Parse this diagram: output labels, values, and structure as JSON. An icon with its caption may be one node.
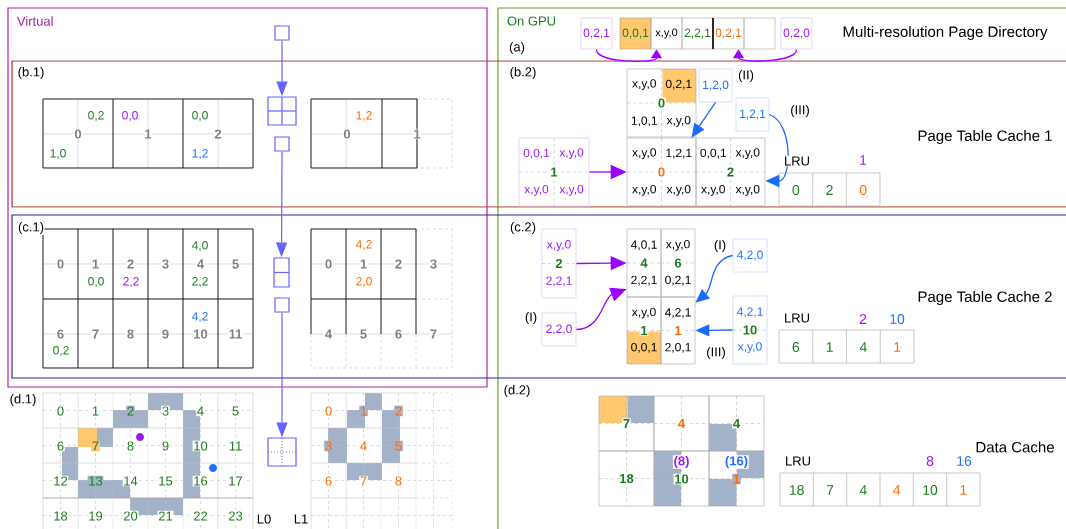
{
  "diagram": {
    "nodes": [
      {
        "text": [
          "Virtual"
        ]
      },
      {
        "text": [
          "On GPU"
        ]
      },
      {
        "text": [],
        "shape": "box",
        "in": 0
      },
      {
        "text": [],
        "shape": "box",
        "in": 0
      },
      {
        "text": [],
        "shape": "box",
        "in": 0
      },
      {
        "text": [],
        "shape": "box",
        "in": 0
      },
      {
        "text": [],
        "shape": "box",
        "in": 0
      },
      {
        "text": [],
        "shape": "box"
      },
      {
        "text": [
          "0,2,1"
        ],
        "in": 1
      },
      {
        "text": [
          "0,0,1"
        ],
        "in": 1
      },
      {
        "text": [
          "x,y,0"
        ],
        "in": 1
      },
      {
        "text": [
          "2,2,1"
        ],
        "in": 1
      },
      {
        "text": [
          "0,2,1"
        ],
        "in": 1
      },
      {
        "text": [],
        "shape": "box",
        "in": 1
      },
      {
        "text": [
          "0,2,0"
        ],
        "in": 1
      },
      {
        "text": [
          "x,y,0",
          "0,2,1",
          "0",
          "1,0,1",
          "x,y,0"
        ],
        "in": 1
      },
      {
        "text": [
          "0,0,1",
          "x,y,0",
          "1",
          "x,y,0",
          "x,y,0"
        ],
        "in": 1
      },
      {
        "text": [
          "x,y,0",
          "1,2,1",
          "0",
          "x,y,0",
          "x,y,0"
        ],
        "in": 1
      },
      {
        "text": [
          "0,0,1",
          "x,y,0",
          "2",
          "x,y,0",
          "x,y,0"
        ],
        "in": 1
      },
      {
        "text": [
          "1,2,0"
        ],
        "beside": [
          "(II)"
        ],
        "in": 1
      },
      {
        "text": [
          "1,2,1"
        ],
        "beside": [
          "(III)"
        ],
        "in": 1
      },
      {
        "text": [
          "0",
          "2",
          "0"
        ],
        "beside": [
          "1"
        ],
        "in": 1
      },
      {
        "text": [
          "x,y,0",
          "2",
          "2,2,1"
        ],
        "in": 1
      },
      {
        "text": [
          "2,2,0"
        ],
        "beside": [
          "(I)"
        ],
        "in": 1
      },
      {
        "text": [
          "4,0,1",
          "4",
          "2,2,1"
        ],
        "in": 1
      },
      {
        "text": [
          "x,y,0",
          "6",
          "0,2,1"
        ],
        "in": 1
      },
      {
        "text": [
          "x,y,0",
          "1",
          "0,0,1"
        ],
        "in": 1
      },
      {
        "text": [
          "4,2,1",
          "1",
          "2,0,1"
        ],
        "in": 1
      },
      {
        "text": [
          "4,2,0"
        ],
        "beside": [
          "(I)"
        ],
        "in": 1
      },
      {
        "text": [
          "4,2,1",
          "10",
          "x,y,0"
        ],
        "beside": [
          "(III)"
        ],
        "in": 1
      },
      {
        "text": [
          "6",
          "1",
          "4",
          "1"
        ],
        "beside": [
          "2",
          "10"
        ],
        "in": 1
      },
      {
        "text": [
          "7"
        ],
        "in": 1
      },
      {
        "text": [
          "4"
        ],
        "in": 1
      },
      {
        "text": [
          "4"
        ],
        "in": 1
      },
      {
        "text": [
          "18"
        ],
        "in": 1
      },
      {
        "text": [
          "(8)",
          "10"
        ],
        "in": 1
      },
      {
        "text": [
          "(16)",
          "1"
        ],
        "in": 1
      },
      {
        "text": [
          "18",
          "7",
          "4",
          "4",
          "10",
          "1"
        ],
        "beside": [
          "8",
          "16"
        ],
        "in": 1
      }
    ],
    "edges": [
      {
        "from": 2,
        "to": 3,
        "arrow": "to",
        "color": "#6464ff"
      },
      {
        "from": 4,
        "to": 5,
        "arrow": "to",
        "color": "#6464ff"
      },
      {
        "from": 6,
        "to": 7,
        "arrow": "to",
        "color": "#6464ff"
      },
      {
        "from": 8,
        "to": 10,
        "arrow": "to"
      },
      {
        "from": 14,
        "to": 12,
        "arrow": "to"
      },
      {
        "from": 16,
        "to": 17,
        "arrow": "to"
      },
      {
        "from": 19,
        "to": 17,
        "arrow": "to",
        "color": "#1a6aff"
      },
      {
        "from": 20,
        "to": 18,
        "arrow": "to",
        "color": "#1a6aff"
      },
      {
        "from": 22,
        "to": 24,
        "arrow": "to"
      },
      {
        "from": 23,
        "to": 24,
        "arrow": "to"
      },
      {
        "from": 28,
        "to": 27,
        "arrow": "to",
        "color": "#1a6aff"
      },
      {
        "from": 29,
        "to": 27,
        "arrow": "to",
        "color": "#1a6aff"
      }
    ],
    "labels": [
      "(a)",
      "Multi-resolution Page Directory",
      "0,2",
      "0,0",
      "0,0",
      "0",
      "1",
      "2",
      "1,0",
      "1,2",
      "1,2",
      "0",
      "1",
      "4,0",
      "0",
      "1",
      "2",
      "3",
      "4",
      "5",
      "0,0",
      "2,2",
      "2,2",
      "4,2",
      "6",
      "7",
      "8",
      "9",
      "10",
      "11",
      "0,2",
      "4,2",
      "0",
      "1",
      "2",
      "3",
      "2,0",
      "4",
      "5",
      "6",
      "7",
      "(d.1)",
      "(d.2)",
      "0",
      "1",
      "2",
      "3",
      "4",
      "5",
      "6",
      "7",
      "8",
      "9",
      "10",
      "11",
      "12",
      "13",
      "14",
      "15",
      "16",
      "17",
      "18",
      "19",
      "20",
      "21",
      "22",
      "23",
      "0",
      "1",
      "2",
      "3",
      "4",
      "5",
      "6",
      "7",
      "8",
      "L0",
      "L1",
      "Data Cache",
      "LRU",
      "LRU",
      "LRU",
      "(b.1)",
      "(b.2)",
      "Page Table Cache 1",
      "(c.1)",
      "(c.2)",
      "Page Table Cache 2"
    ]
  }
}
